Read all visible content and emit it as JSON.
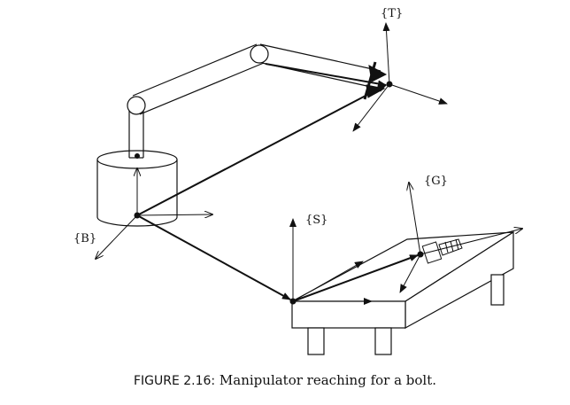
{
  "frames": {
    "base": "{B}",
    "tool": "{T}",
    "station": "{S}",
    "goal": "{G}"
  },
  "caption": {
    "number": "FIGURE 2.16:",
    "text": " Manipulator reaching for a bolt."
  }
}
